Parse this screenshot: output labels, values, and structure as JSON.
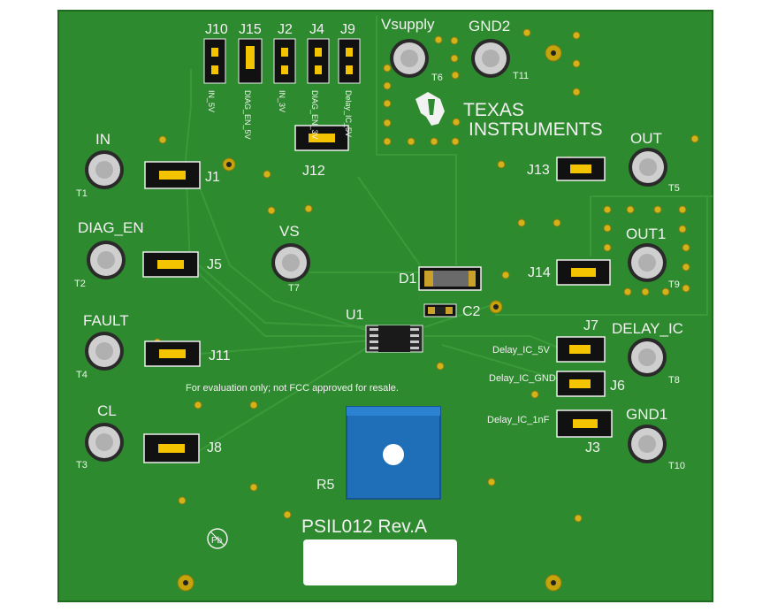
{
  "board": {
    "name": "PSIL012 Rev.A",
    "fcc_notice": "For evaluation only; not FCC approved for resale.",
    "logo": {
      "line1": "TEXAS",
      "line2": "INSTRUMENTS"
    },
    "colors": {
      "pcb": "#2e8a2e",
      "silkscreen": "#f2f2f2",
      "jumper": "#f4c400",
      "pot": "#1f6fb8",
      "testpoint": "#cfcfcf"
    }
  },
  "test_points": {
    "in": {
      "label": "IN",
      "ref": "T1"
    },
    "diag_en": {
      "label": "DIAG_EN",
      "ref": "T2"
    },
    "fault": {
      "label": "FAULT",
      "ref": "T4"
    },
    "cl": {
      "label": "CL",
      "ref": "T3"
    },
    "vs": {
      "label": "VS",
      "ref": "T7"
    },
    "vsupply": {
      "label": "Vsupply",
      "ref": "T6"
    },
    "gnd2": {
      "label": "GND2",
      "ref": "T11"
    },
    "out": {
      "label": "OUT",
      "ref": "T5"
    },
    "out1": {
      "label": "OUT1",
      "ref": "T9"
    },
    "delay_ic": {
      "label": "DELAY_IC",
      "ref": "T8"
    },
    "gnd1": {
      "label": "GND1",
      "ref": "T10"
    }
  },
  "jumpers": {
    "j1": "J1",
    "j5": "J5",
    "j11": "J11",
    "j8": "J8",
    "j12": "J12",
    "j13": "J13",
    "j14": "J14",
    "j7": "J7",
    "j6": "J6",
    "j3": "J3",
    "j10": "J10",
    "j15": "J15",
    "j2": "J2",
    "j4": "J4",
    "j9": "J9"
  },
  "top_header_labels": [
    "IN_5V",
    "DIAG_EN_5V",
    "IN_3V",
    "DIAG_EN_3V",
    "Delay_IC_5V"
  ],
  "delay_labels": {
    "j7": "Delay_IC_5V",
    "j6": "Delay_IC_GND",
    "j3": "Delay_IC_1nF"
  },
  "components": {
    "d1": "D1",
    "c2": "C2",
    "u1": "U1",
    "r5": "R5"
  }
}
